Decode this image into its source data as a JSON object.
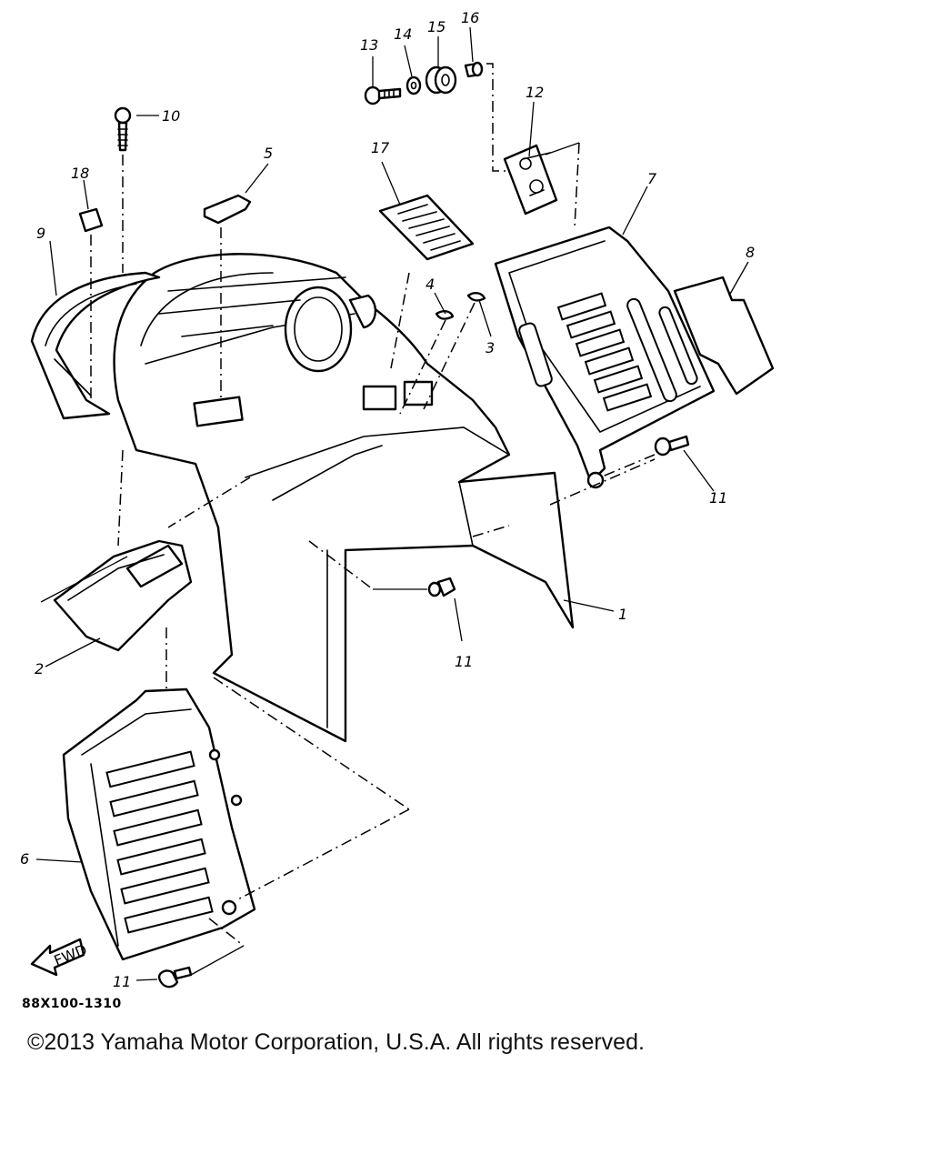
{
  "diagram": {
    "drawing_code": "88X100-1310",
    "copyright": "©2013 Yamaha Motor Corporation, U.S.A. All rights reserved.",
    "fwd_label": "FWD",
    "callouts": {
      "c1": "1",
      "c2": "2",
      "c3": "3",
      "c4": "4",
      "c5": "5",
      "c6": "6",
      "c7": "7",
      "c8": "8",
      "c9": "9",
      "c10": "10",
      "c11a": "11",
      "c11b": "11",
      "c11c": "11",
      "c12": "12",
      "c13": "13",
      "c14": "14",
      "c15": "15",
      "c16": "16",
      "c17": "17",
      "c18": "18"
    }
  }
}
